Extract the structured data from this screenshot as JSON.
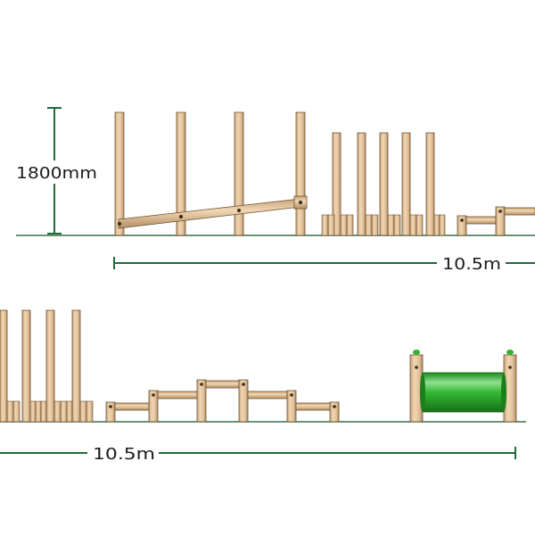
{
  "colors": {
    "wood": "#e7c9a2",
    "wood_dark": "#a8855e",
    "wood_edge": "#6d5335",
    "ground": "#3c6e47",
    "dimension": "#1f6b3a",
    "tube": "#2eb32e",
    "tube_dark": "#1c7f1c",
    "tube_light": "#8fe28f"
  },
  "dimensions": {
    "height_label": "1800mm",
    "length_label_top": "10.5m",
    "length_label_bottom": "10.5m"
  },
  "icons": {
    "beam": "sloped-balance-beam-icon",
    "tube": "crawl-tube-icon"
  }
}
